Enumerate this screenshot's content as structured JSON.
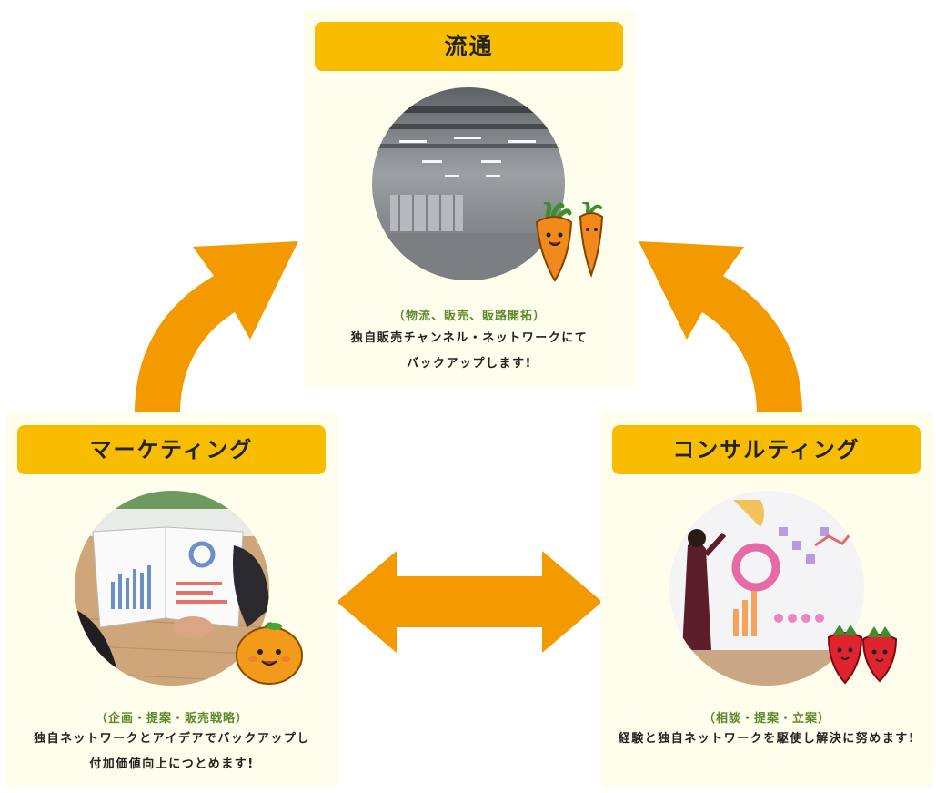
{
  "cards": {
    "distribution": {
      "title": "流通",
      "subtitle": "（物流、販売、販路開拓）",
      "desc_line1": "独自販売チャンネル・ネットワークにて",
      "desc_line2": "バックアップします!"
    },
    "marketing": {
      "title": "マーケティング",
      "subtitle": "（企画・提案・販売戦略）",
      "desc_line1": "独自ネットワークとアイデアでバックアップし",
      "desc_line2": "付加価値向上につとめます!"
    },
    "consulting": {
      "title": "コンサルティング",
      "subtitle": "（相談・提案・立案）",
      "desc_line1": "経験と独自ネットワークを駆使し解決に努めます!"
    }
  },
  "colors": {
    "title_bg": "#f8bd00",
    "arrow": "#f29a00",
    "card_bg": "#fffdeb",
    "subtitle": "#5b8a2d"
  },
  "icons": {
    "carrot": "carrot-character-icon",
    "orange": "orange-character-icon",
    "strawberry": "strawberry-character-icon"
  }
}
